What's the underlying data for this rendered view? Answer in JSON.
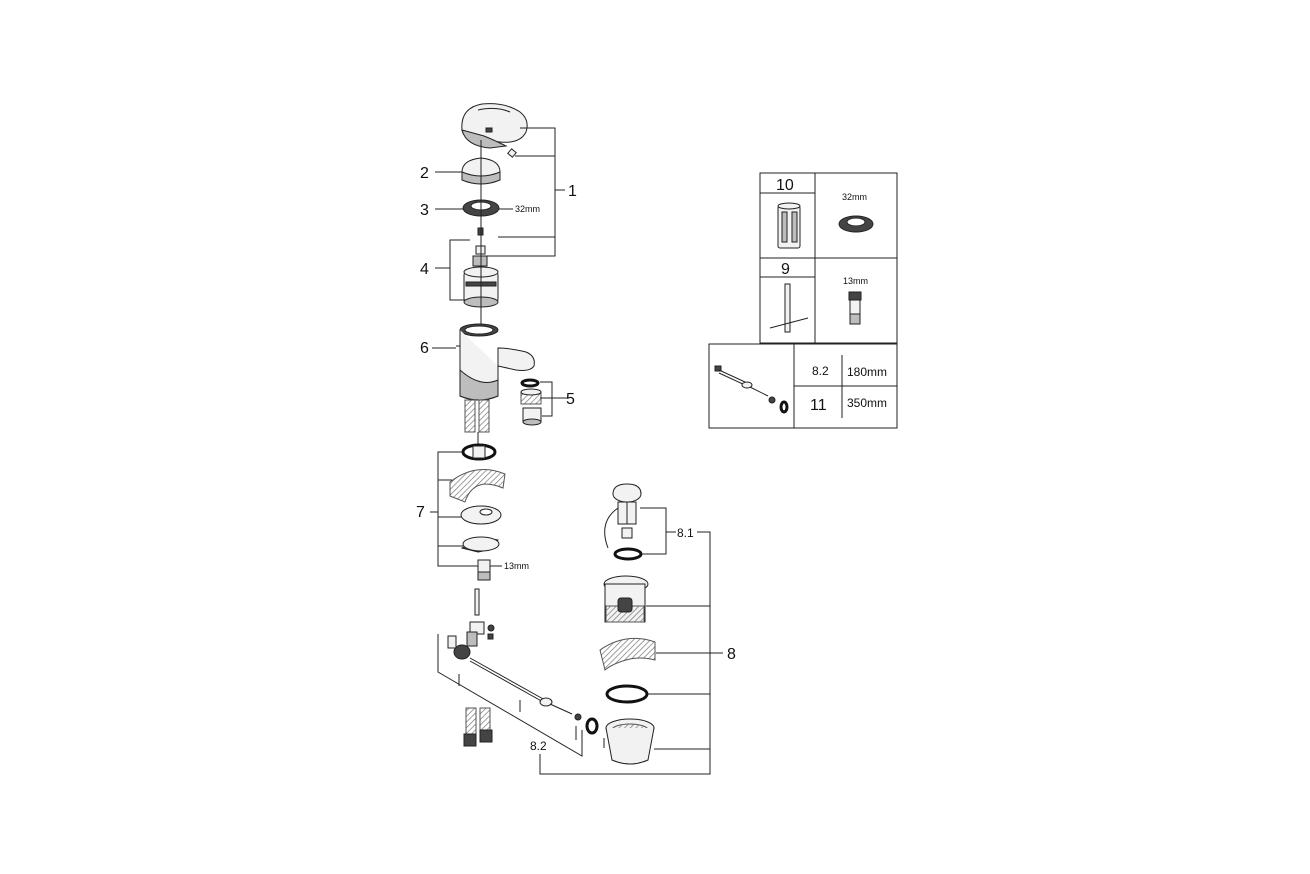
{
  "labels": {
    "p1": "1",
    "p2": "2",
    "p3": "3",
    "p4": "4",
    "p5": "5",
    "p6": "6",
    "p7": "7",
    "p8": "8",
    "p8_1": "8.1",
    "p8_2": "8.2"
  },
  "dimensions": {
    "ring_32": "32mm",
    "nut_13": "13mm"
  },
  "spares_table": {
    "cell_10_number": "10",
    "cell_10_size": "32mm",
    "cell_9_number": "9",
    "cell_9_size": "13mm",
    "rows": [
      {
        "part": "8.2",
        "length": "180mm"
      },
      {
        "part": "11",
        "length": "350mm"
      }
    ]
  }
}
